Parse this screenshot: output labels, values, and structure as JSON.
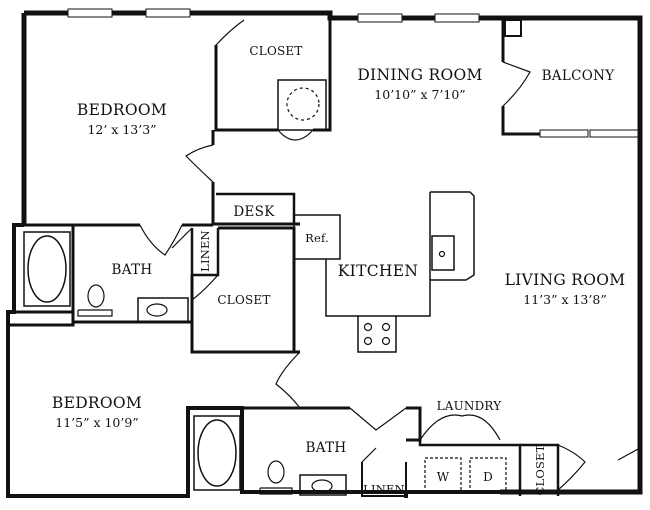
{
  "rooms": {
    "bedroom_1": {
      "label": "BEDROOM",
      "dims": "12’ x 13’3”"
    },
    "closet_1": {
      "label": "CLOSET"
    },
    "dining_room": {
      "label": "DINING ROOM",
      "dims": "10’10” x 7’10”"
    },
    "balcony": {
      "label": "BALCONY"
    },
    "desk": {
      "label": "DESK"
    },
    "refrigerator": {
      "label": "Ref."
    },
    "kitchen": {
      "label": "KITCHEN"
    },
    "bath_1": {
      "label": "BATH"
    },
    "linen_1": {
      "label": "LINEN"
    },
    "closet_2": {
      "label": "CLOSET"
    },
    "living_room": {
      "label": "LIVING ROOM",
      "dims": "11’3” x 13’8”"
    },
    "bedroom_2": {
      "label": "BEDROOM",
      "dims": "11’5” x 10’9”"
    },
    "bath_2": {
      "label": "BATH"
    },
    "linen_2": {
      "label": "LINEN"
    },
    "laundry": {
      "label": "LAUNDRY"
    },
    "washer": {
      "label": "W"
    },
    "dryer": {
      "label": "D"
    },
    "closet_3": {
      "label": "CLOSET"
    }
  },
  "colors": {
    "wall": "#111111",
    "background": "#ffffff"
  }
}
